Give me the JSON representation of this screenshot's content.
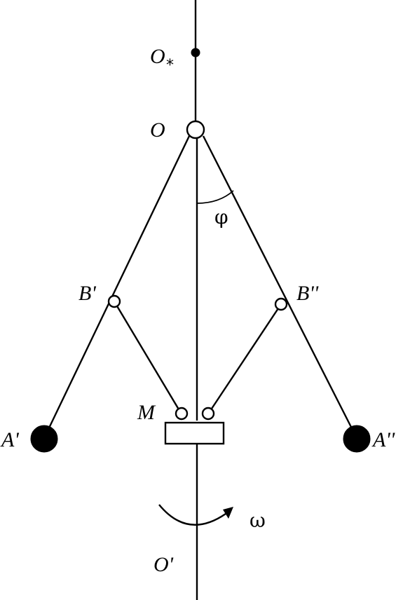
{
  "labels": {
    "o_star": "O",
    "o_star_sub": "*",
    "o": "O",
    "b_prime": "B'",
    "b_double_prime": "B''",
    "m": "M",
    "a_prime": "A'",
    "a_double_prime": "A''",
    "o_prime": "O'",
    "phi": "φ",
    "omega": "ω"
  },
  "colors": {
    "stroke": "#000000",
    "background": "#ffffff"
  }
}
